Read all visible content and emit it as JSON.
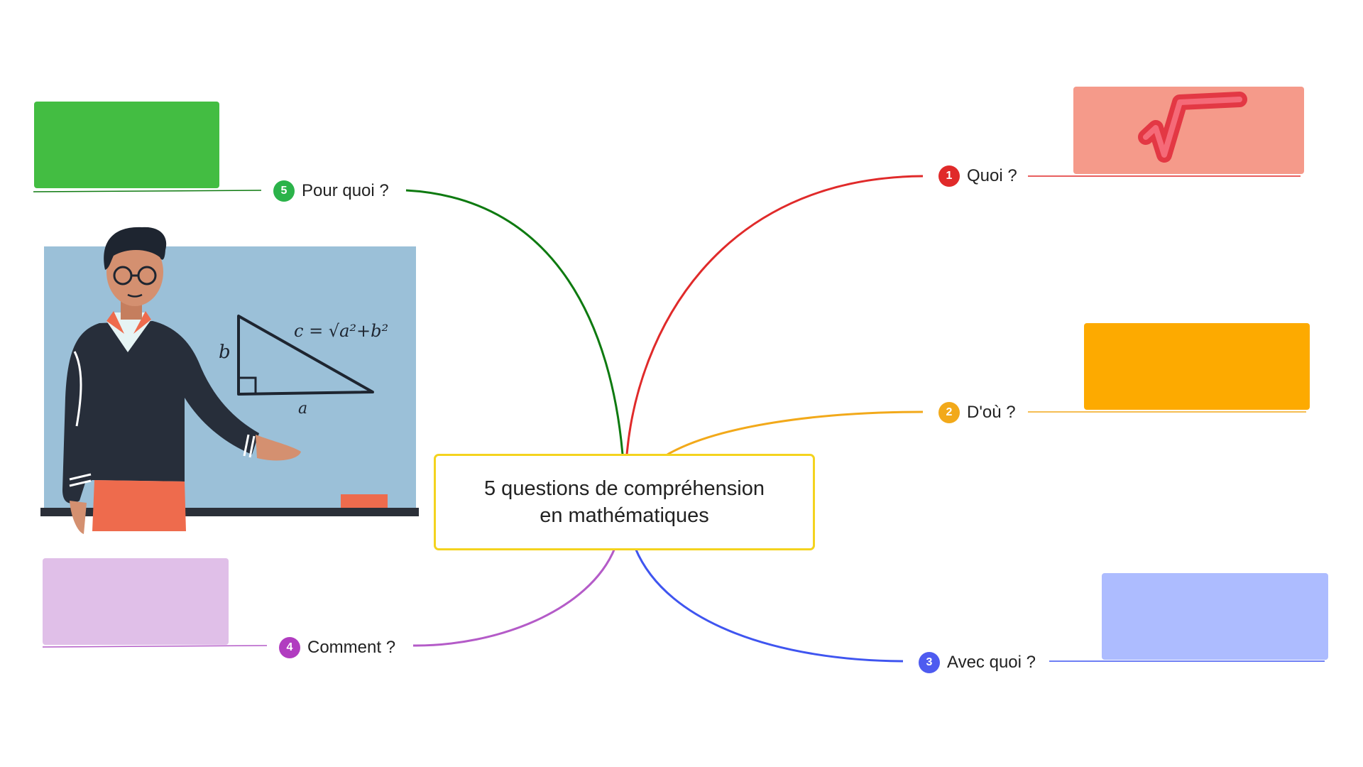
{
  "central": {
    "line1": "5 questions de compréhension",
    "line2": "en mathématiques",
    "border_color": "#F4D31E"
  },
  "topics": [
    {
      "number": "1",
      "label": "Quoi ?",
      "color": "#E02A2A",
      "image_color": "#F59A8A",
      "image_icon": "square-root-icon"
    },
    {
      "number": "2",
      "label": "D'où ?",
      "color": "#F2A91A",
      "image_color": "#FDAA00",
      "image_icon": ""
    },
    {
      "number": "3",
      "label": "Avec quoi ?",
      "color": "#3F55F0",
      "image_color": "#ADBCFF",
      "image_icon": ""
    },
    {
      "number": "4",
      "label": "Comment ?",
      "color": "#B45BC8",
      "image_color": "#E0BFE8",
      "image_icon": ""
    },
    {
      "number": "5",
      "label": "Pour quoi ?",
      "color": "#0E7A10",
      "image_color": "#43BD42",
      "image_icon": ""
    }
  ],
  "illustration": {
    "name": "teacher-at-blackboard-illustration",
    "board_formula": "c = √a²+b²",
    "side_a": "a",
    "side_b": "b"
  }
}
